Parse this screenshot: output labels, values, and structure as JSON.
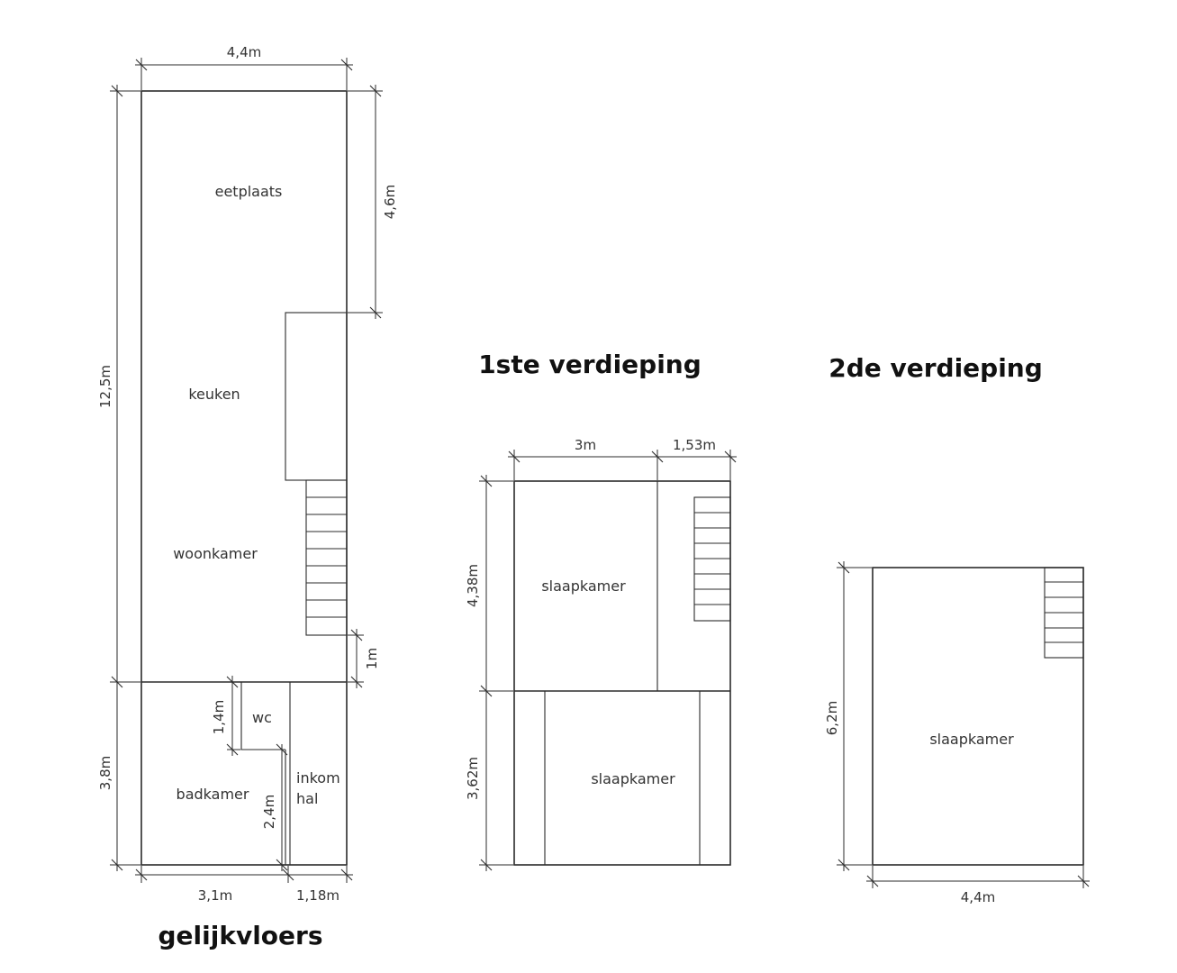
{
  "floors": {
    "ground": {
      "title": "gelijkvloers",
      "rooms": {
        "eetplaats": "eetplaats",
        "keuken": "keuken",
        "woonkamer": "woonkamer",
        "wc": "wc",
        "inkom_line1": "inkom",
        "inkom_line2": "hal",
        "badkamer": "badkamer"
      },
      "dims": {
        "top_width": "4,4m",
        "right_upper": "4,6m",
        "left_total": "12,5m",
        "stair_gap": "1m",
        "wc_height": "1,4m",
        "left_lower": "3,8m",
        "bath_inner": "2,4m",
        "bottom_left": "3,1m",
        "bottom_right": "1,18m"
      }
    },
    "first": {
      "title": "1ste verdieping",
      "rooms": {
        "bedroom_top": "slaapkamer",
        "bedroom_bottom": "slaapkamer"
      },
      "dims": {
        "top_left": "3m",
        "top_right": "1,53m",
        "left_upper": "4,38m",
        "left_lower": "3,62m"
      }
    },
    "second": {
      "title": "2de verdieping",
      "rooms": {
        "bedroom": "slaapkamer"
      },
      "dims": {
        "left": "6,2m",
        "bottom": "4,4m"
      }
    }
  }
}
